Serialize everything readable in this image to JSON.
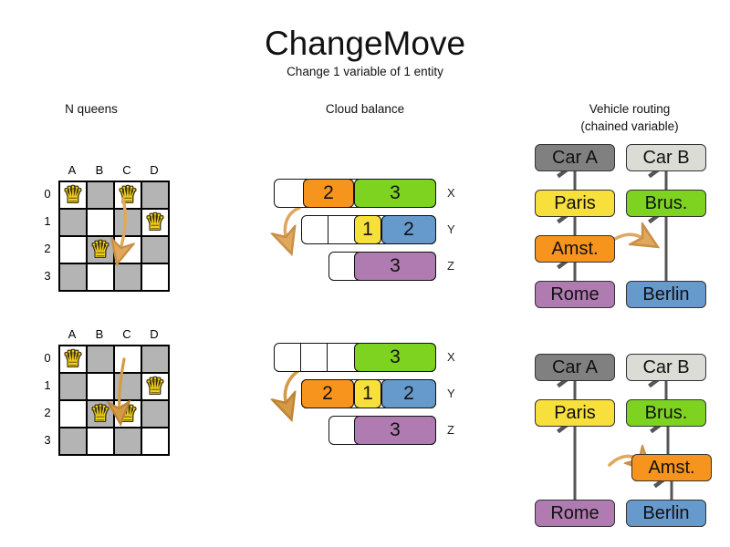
{
  "header": {
    "title": "ChangeMove",
    "subtitle": "Change 1 variable of 1 entity"
  },
  "sections": {
    "nqueens": {
      "heading": "N queens"
    },
    "cloud": {
      "heading": "Cloud balance"
    },
    "routing": {
      "heading_line1": "Vehicle routing",
      "heading_line2": "(chained variable)"
    }
  },
  "colors": {
    "orange": "#f7941e",
    "green": "#7ed321",
    "yellow": "#f7e03c",
    "blue": "#6699cc",
    "purple": "#b07bb0",
    "car_a_gray": "#808080",
    "car_b_gray": "#dcdcd6",
    "arrow": "#e0a85c",
    "dark_square": "#b4b4b4",
    "light_square": "#ffffff",
    "queen_gold": "#f2d11a"
  },
  "nqueens": {
    "columns": [
      "A",
      "B",
      "C",
      "D"
    ],
    "rows": [
      "0",
      "1",
      "2",
      "3"
    ],
    "queen_glyph": "♛",
    "before": {
      "queens": [
        {
          "col": 0,
          "row": 0
        },
        {
          "col": 2,
          "row": 0
        },
        {
          "col": 3,
          "row": 1
        },
        {
          "col": 1,
          "row": 2
        }
      ],
      "move": {
        "from_col": 2,
        "from_row": 0,
        "to_col": 2,
        "to_row": 2
      }
    },
    "after": {
      "queens": [
        {
          "col": 0,
          "row": 0
        },
        {
          "col": 3,
          "row": 1
        },
        {
          "col": 1,
          "row": 2
        },
        {
          "col": 2,
          "row": 2
        }
      ],
      "move": {
        "from_col": 2,
        "from_row": 0,
        "to_col": 2,
        "to_row": 2
      }
    }
  },
  "cloud_balance": {
    "labels": [
      "X",
      "Y",
      "Z"
    ],
    "before": {
      "rows": [
        {
          "label": "X",
          "segments": [
            {
              "value": "",
              "color": "#ffffff",
              "width": 32
            },
            {
              "value": "2",
              "color": "#f7941e",
              "width": 56
            },
            {
              "value": "3",
              "color": "#7ed321",
              "width": 90
            }
          ]
        },
        {
          "label": "Y",
          "segments": [
            {
              "value": "",
              "color": "#ffffff",
              "width": 29
            },
            {
              "value": "",
              "color": "#ffffff",
              "width": 29
            },
            {
              "value": "1",
              "color": "#f7e03c",
              "width": 30
            },
            {
              "value": "2",
              "color": "#6699cc",
              "width": 60
            }
          ]
        },
        {
          "label": "Z",
          "segments": [
            {
              "value": "",
              "color": "#ffffff",
              "width": 28
            },
            {
              "value": "3",
              "color": "#b07bb0",
              "width": 90
            }
          ]
        }
      ]
    },
    "after": {
      "rows": [
        {
          "label": "X",
          "segments": [
            {
              "value": "",
              "color": "#ffffff",
              "width": 29
            },
            {
              "value": "",
              "color": "#ffffff",
              "width": 29
            },
            {
              "value": "",
              "color": "#ffffff",
              "width": 30
            },
            {
              "value": "3",
              "color": "#7ed321",
              "width": 90
            }
          ]
        },
        {
          "label": "Y",
          "segments": [
            {
              "value": "2",
              "color": "#f7941e",
              "width": 58
            },
            {
              "value": "1",
              "color": "#f7e03c",
              "width": 30
            },
            {
              "value": "2",
              "color": "#6699cc",
              "width": 60
            }
          ]
        },
        {
          "label": "Z",
          "segments": [
            {
              "value": "",
              "color": "#ffffff",
              "width": 28
            },
            {
              "value": "3",
              "color": "#b07bb0",
              "width": 90
            }
          ]
        }
      ]
    }
  },
  "vehicle_routing": {
    "before": {
      "car_a": {
        "label": "Car A",
        "color": "#808080"
      },
      "car_b": {
        "label": "Car B",
        "color": "#dcdcd6"
      },
      "chain_a": [
        {
          "label": "Paris",
          "color": "#f7e03c"
        },
        {
          "label": "Amst.",
          "color": "#f7941e"
        },
        {
          "label": "Rome",
          "color": "#b07bb0"
        }
      ],
      "chain_b": [
        {
          "label": "Brus.",
          "color": "#7ed321"
        },
        {
          "label": "Berlin",
          "color": "#6699cc"
        }
      ]
    },
    "after": {
      "car_a": {
        "label": "Car A",
        "color": "#808080"
      },
      "car_b": {
        "label": "Car B",
        "color": "#dcdcd6"
      },
      "chain_a": [
        {
          "label": "Paris",
          "color": "#f7e03c"
        },
        {
          "label": "Rome",
          "color": "#b07bb0"
        }
      ],
      "chain_b": [
        {
          "label": "Brus.",
          "color": "#7ed321"
        },
        {
          "label": "Amst.",
          "color": "#f7941e"
        },
        {
          "label": "Berlin",
          "color": "#6699cc"
        }
      ]
    }
  }
}
